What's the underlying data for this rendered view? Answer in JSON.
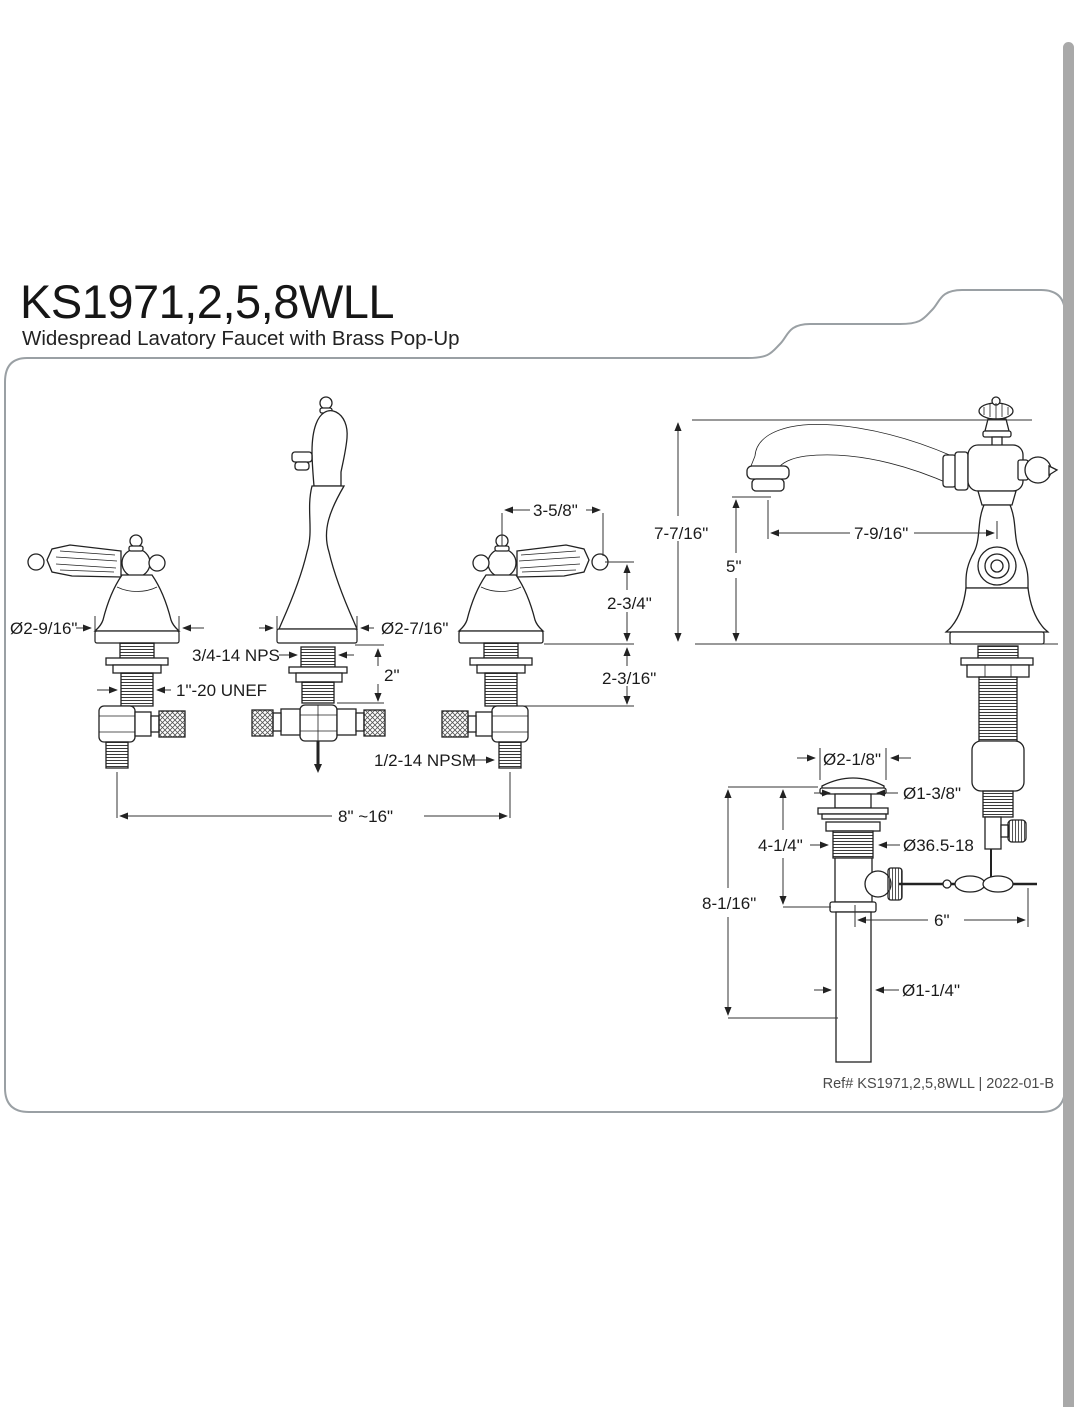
{
  "page": {
    "title": "KS1971,2,5,8WLL",
    "subtitle": "Widespread Lavatory Faucet with Brass Pop-Up",
    "footer_ref": "Ref# KS1971,2,5,8WLL | 2022-01-B"
  },
  "dims": {
    "front_view": {
      "handle_base_diameter": "Ø2-9/16\"",
      "handle_shank_thread": "1\"-20 UNEF",
      "spout_base_diameter": "Ø2-7/16\"",
      "spout_shank_thread": "3/4-14 NPS",
      "deck_thickness": "2\"",
      "supply_connection": "1/2-14 NPSM",
      "handle_spread": "8\" ~16\"",
      "handle_length": "3-5/8\"",
      "handle_height": "2-3/4\"",
      "below_deck_length": "2-3/16\""
    },
    "side_view": {
      "overall_height": "7-7/16\"",
      "outlet_height": "5\"",
      "spout_reach": "7-9/16\""
    },
    "popup": {
      "flange_diameter": "Ø2-1/8\"",
      "stopper_diameter": "Ø1-3/8\"",
      "body_length": "4-1/4\"",
      "body_thread": "Ø36.5-18",
      "overall_length": "8-1/16\"",
      "rod_length": "6\"",
      "tailpiece_diameter": "Ø1-1/4\""
    }
  }
}
